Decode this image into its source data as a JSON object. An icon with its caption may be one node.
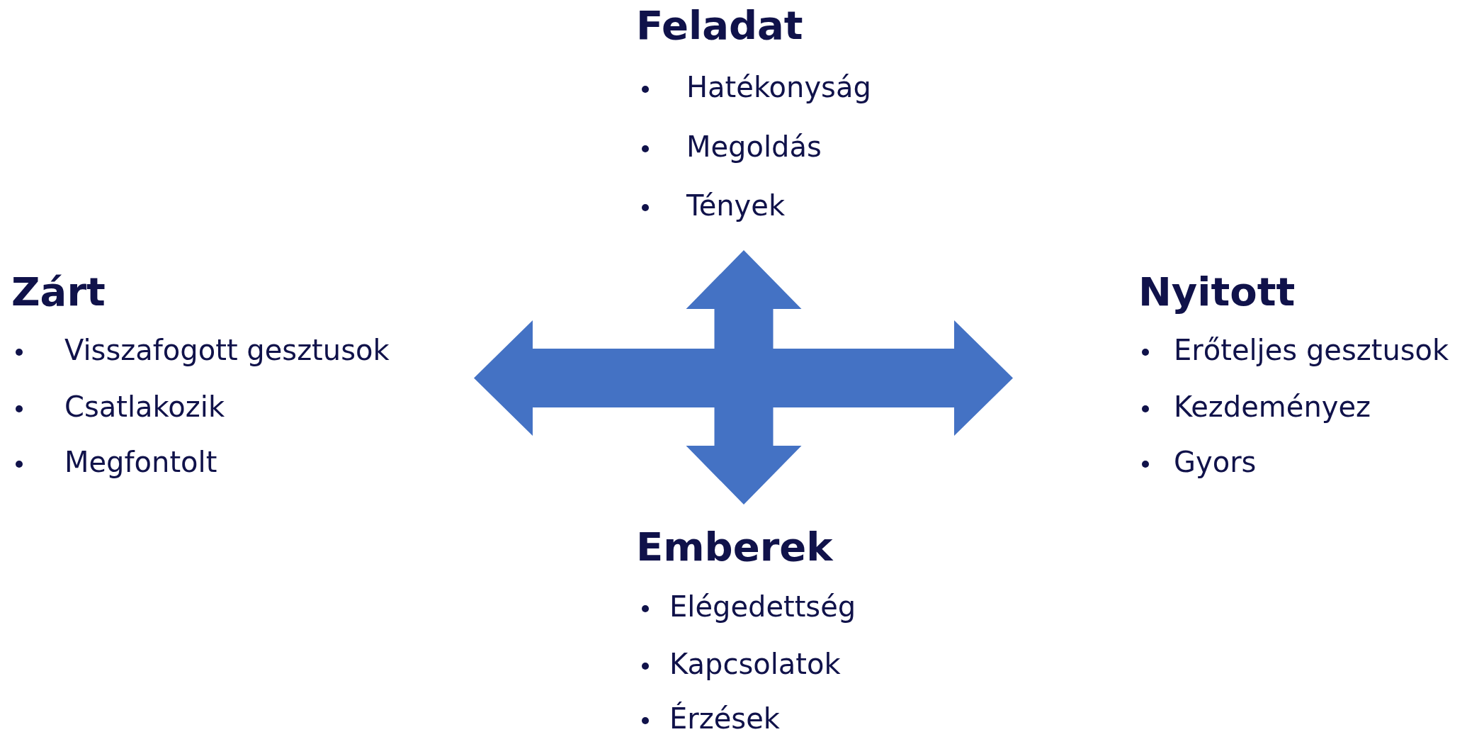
{
  "diagram": {
    "nodes": [
      {
        "text": [
          "Feladat",
          "Hatékonyság",
          "Megoldás",
          "Tények"
        ]
      },
      {
        "text": [
          "Zárt",
          "Visszafogott gesztusok",
          "Csatlakozik",
          "Megfontolt"
        ]
      },
      {
        "text": [
          "Nyitott",
          "Erőteljes gesztusok",
          "Kezdeményez",
          "Gyors"
        ]
      },
      {
        "text": [
          "Emberek",
          "Elégedettség",
          "Kapcsolatok",
          "Érzések"
        ]
      }
    ],
    "edges": [
      {
        "from": 1,
        "to": 2,
        "arrow": "both",
        "style": "thick"
      },
      {
        "from": 0,
        "to": 3,
        "arrow": "both",
        "style": "thick"
      }
    ]
  }
}
